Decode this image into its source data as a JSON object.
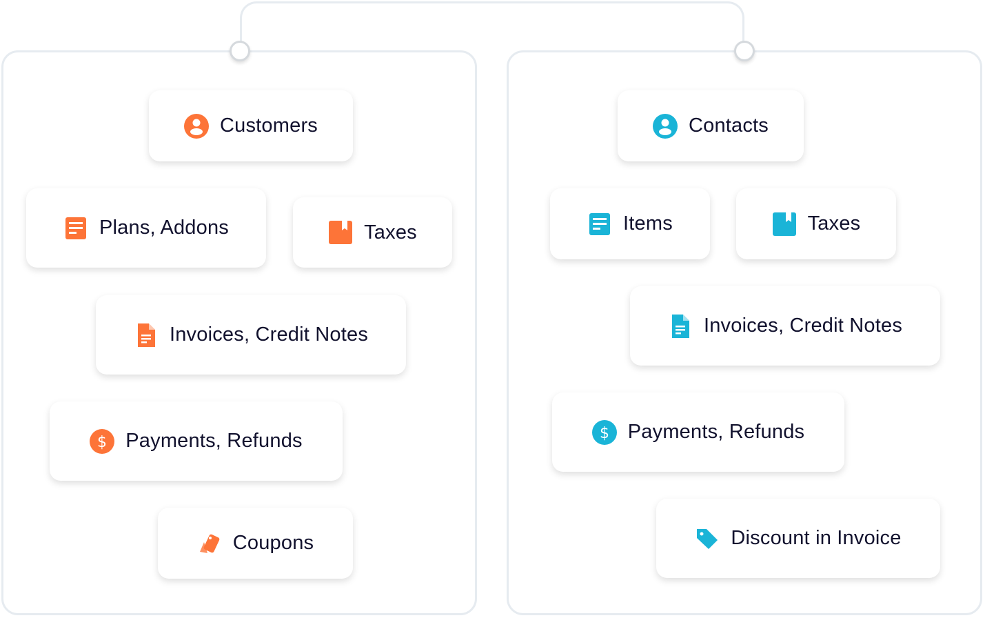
{
  "colors": {
    "left_accent": "#fd7438",
    "right_accent": "#1ab4d7",
    "text": "#12122e",
    "border": "#e6ebf0"
  },
  "left": {
    "cards": [
      {
        "label": "Customers",
        "icon": "user-circle-icon"
      },
      {
        "label": "Plans, Addons",
        "icon": "list-doc-icon"
      },
      {
        "label": "Taxes",
        "icon": "bookmark-book-icon"
      },
      {
        "label": "Invoices, Credit Notes",
        "icon": "file-icon"
      },
      {
        "label": "Payments, Refunds",
        "icon": "dollar-circle-icon"
      },
      {
        "label": "Coupons",
        "icon": "coupon-icon"
      }
    ]
  },
  "right": {
    "cards": [
      {
        "label": "Contacts",
        "icon": "user-circle-icon"
      },
      {
        "label": "Items",
        "icon": "list-doc-icon"
      },
      {
        "label": "Taxes",
        "icon": "bookmark-book-icon"
      },
      {
        "label": "Invoices, Credit Notes",
        "icon": "file-icon"
      },
      {
        "label": "Payments, Refunds",
        "icon": "dollar-circle-icon"
      },
      {
        "label": "Discount in Invoice",
        "icon": "tag-icon"
      }
    ]
  }
}
